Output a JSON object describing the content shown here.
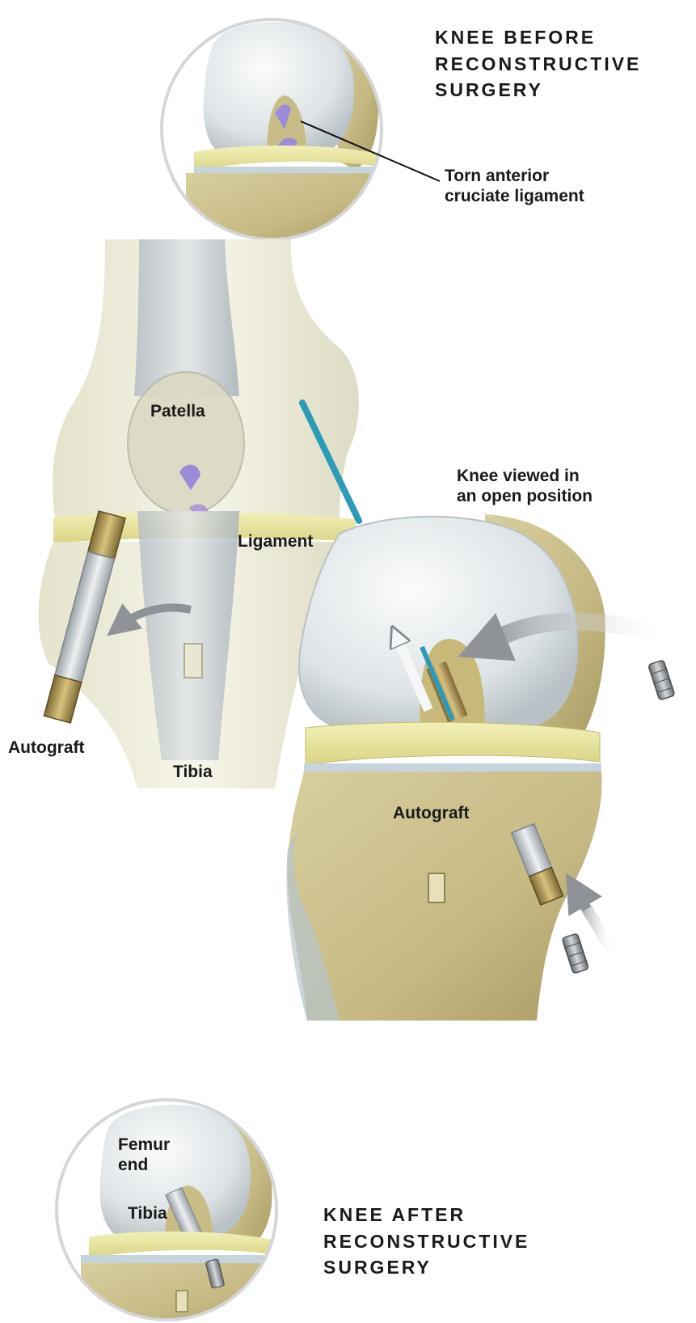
{
  "before": {
    "heading_lines": [
      "KNEE BEFORE",
      "RECONSTRUCTIVE",
      "SURGERY"
    ],
    "callout_lines": [
      "Torn anterior",
      "cruciate ligament"
    ]
  },
  "front_view": {
    "patella": "Patella",
    "ligament": "Ligament",
    "autograft": "Autograft",
    "tibia": "Tibia"
  },
  "open_view": {
    "title_lines": [
      "Knee viewed in",
      "an open position"
    ],
    "autograft": "Autograft"
  },
  "after": {
    "femur_lines": [
      "Femur",
      "end"
    ],
    "tibia": "Tibia",
    "heading_lines": [
      "KNEE AFTER",
      "RECONSTRUCTIVE",
      "SURGERY"
    ]
  },
  "colors": {
    "bone": "#efeedd",
    "cartilage": "#dfe5e8",
    "bone_textured": "#c9bd8a",
    "meniscus": "#e9e59d",
    "ligament_torn": "#9b8cd8",
    "guide_wire": "#2b9bb8",
    "arrow": "#8f9398",
    "graft_metal": "#b79a55"
  }
}
